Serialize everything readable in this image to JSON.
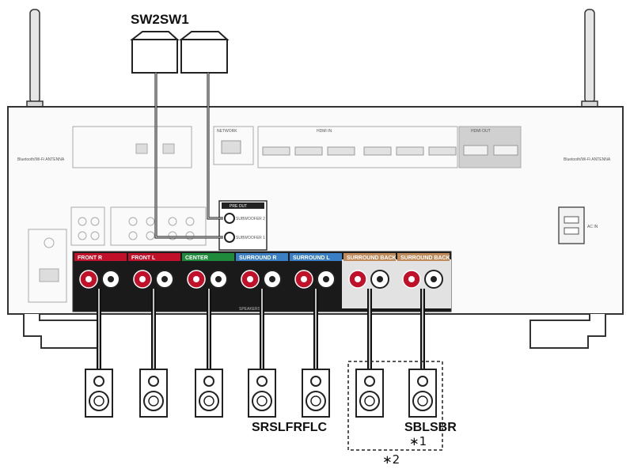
{
  "subwoofers": [
    {
      "id": "sw2",
      "label": "SW2"
    },
    {
      "id": "sw1",
      "label": "SW1"
    }
  ],
  "receiver": {
    "antenna_left_text": "Bluetooth/Wi-Fi ANTENNA",
    "antenna_right_text": "Bluetooth/Wi-Fi ANTENNA",
    "network_label": "NETWORK",
    "hdmi_label": "HDMI IN",
    "hdmi_out_label": "HDMI OUT",
    "preout_label": "PRE OUT",
    "preout_sw2": "SUBWOOFER 2",
    "preout_sw1": "SUBWOOFER 1",
    "ac_in": "AC IN",
    "speakers_label": "SPEAKERS",
    "terminals": [
      {
        "id": "front-r",
        "label": "FRONT R",
        "color": "#c0102a"
      },
      {
        "id": "front-l",
        "label": "FRONT L",
        "color": "#c0102a"
      },
      {
        "id": "center",
        "label": "CENTER",
        "color": "#1f8a3c"
      },
      {
        "id": "surround-r",
        "label": "SURROUND R",
        "color": "#3a7fc4"
      },
      {
        "id": "surround-l",
        "label": "SURROUND L",
        "color": "#3a7fc4"
      },
      {
        "id": "surround-back-r",
        "label": "SURROUND BACK R",
        "color": "#c08a5a"
      },
      {
        "id": "surround-back-l",
        "label": "SURROUND BACK L",
        "color": "#c08a5a"
      }
    ]
  },
  "speakers_labels": {
    "group1": "SRSLFRFLC",
    "group2": "SBLSBR"
  },
  "notes": {
    "note1": "∗1",
    "note2": "∗2"
  },
  "colors": {
    "red_post": "#c0102a",
    "panel_black": "#1a1a1a",
    "panel_gray": "#e8e8e8",
    "outline": "#333333"
  }
}
